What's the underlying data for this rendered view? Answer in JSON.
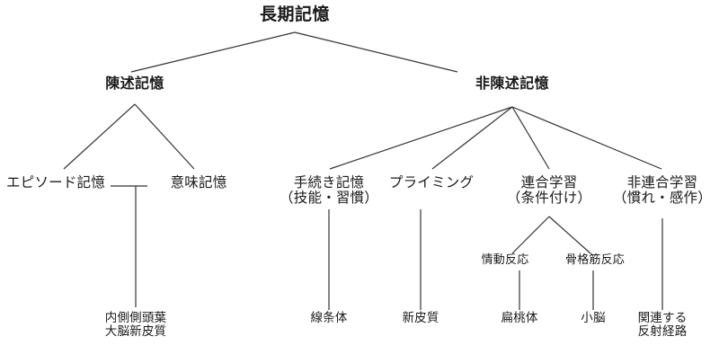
{
  "diagram": {
    "title": "長期記憶",
    "stroke_color": "#333333",
    "text_color": "#1a1a1a",
    "background_color": "#ffffff",
    "nodes": {
      "root": {
        "label": "長期記憶"
      },
      "declarative": {
        "label": "陳述記憶"
      },
      "nondeclarative": {
        "label": "非陳述記憶"
      },
      "episodic": {
        "label": "エピソード記憶"
      },
      "semantic": {
        "label": "意味記憶"
      },
      "procedural_line1": {
        "label": "手続き記憶"
      },
      "procedural_line2": {
        "label": "（技能・習慣）"
      },
      "priming": {
        "label": "プライミング"
      },
      "associative_line1": {
        "label": "連合学習"
      },
      "associative_line2": {
        "label": "（条件付け）"
      },
      "nonassociative_line1": {
        "label": "非連合学習"
      },
      "nonassociative_line2": {
        "label": "（慣れ・感作）"
      },
      "emotional_response": {
        "label": "情動反応"
      },
      "skeletal_response": {
        "label": "骨格筋反応"
      },
      "mtl_line1": {
        "label": "内側側頭葉"
      },
      "mtl_line2": {
        "label": "大脳新皮質"
      },
      "striatum": {
        "label": "線条体"
      },
      "neocortex": {
        "label": "新皮質"
      },
      "amygdala": {
        "label": "扁桃体"
      },
      "cerebellum": {
        "label": "小脳"
      },
      "reflex_line1": {
        "label": "関連する"
      },
      "reflex_line2": {
        "label": "反射経路"
      }
    }
  }
}
